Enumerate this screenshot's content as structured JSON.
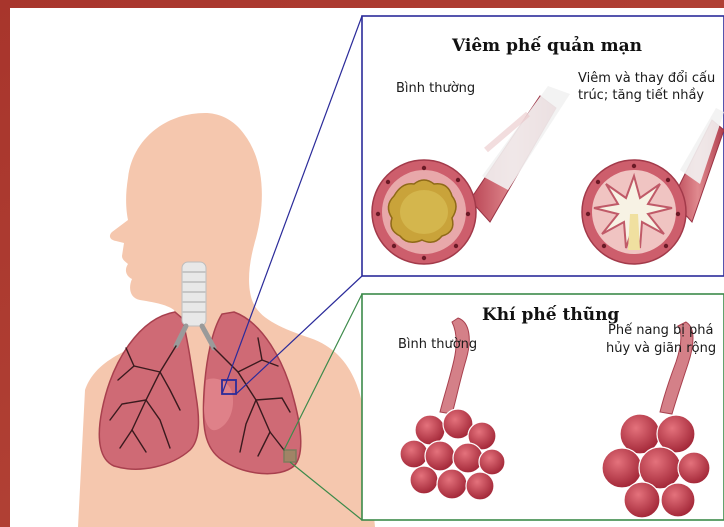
{
  "chronic_bronchitis": {
    "title": "Viêm phế quản mạn",
    "normal_label": "Bình thường",
    "inflamed_label_line1": "Viêm và thay đổi cấu",
    "inflamed_label_line2": "trúc; tăng tiết nhầy"
  },
  "emphysema": {
    "title": "Khí phế thũng",
    "normal_label": "Bình thường",
    "damaged_label_line1": "Phế nang bị phá",
    "damaged_label_line2": "hủy và giãn rộng"
  },
  "colors": {
    "background": "#b3332a",
    "panel_bg": "#ffffff",
    "skin": "#f5c7ae",
    "bronchitis_frame": "#2b2b9a",
    "emphysema_frame": "#3c8a4a",
    "tissue": "#c0485a",
    "mucus": "#d8b84a"
  }
}
